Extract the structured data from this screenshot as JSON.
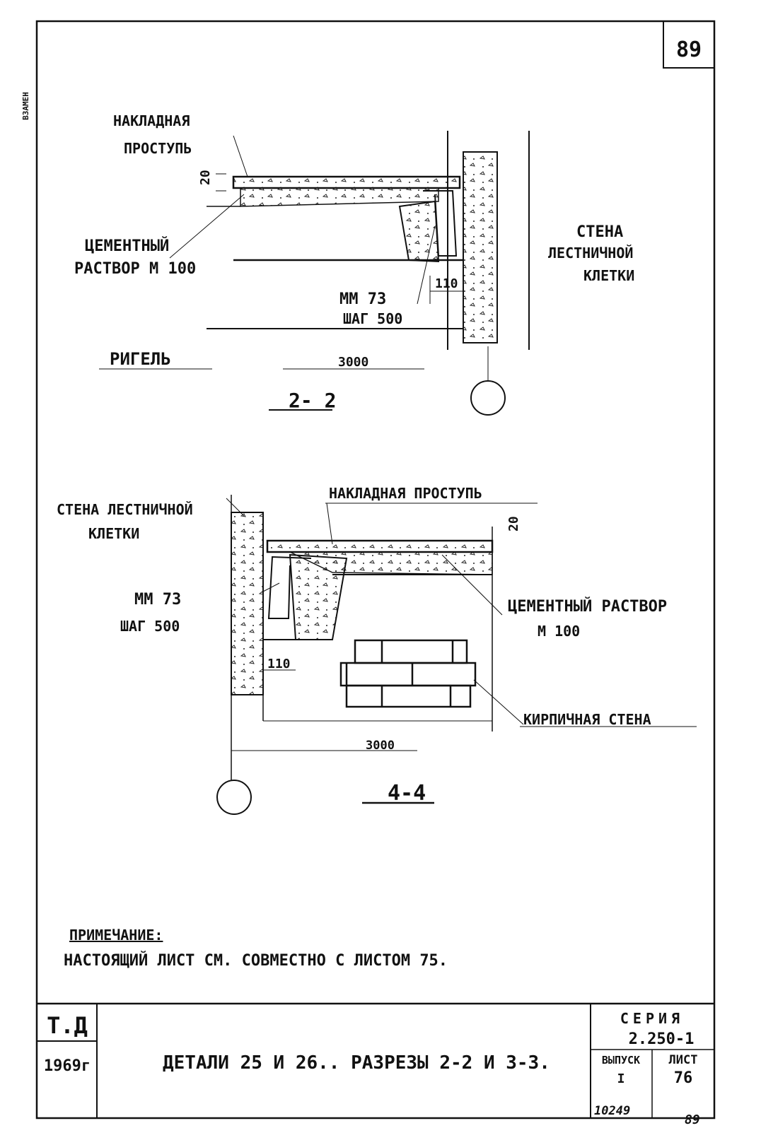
{
  "sheet_number": "89",
  "side_stamp": "ВЗАМЕН",
  "section_2_2": {
    "label_overlay_tread": [
      "НАКЛАДНАЯ",
      "ПРОСТУПЬ"
    ],
    "dim_20": "20",
    "label_mortar": [
      "ЦЕМЕНТНЫЙ",
      "РАСТВОР М 100"
    ],
    "label_wall": [
      "СТЕНА",
      "ЛЕСТНИЧНОЙ",
      "КЛЕТКИ"
    ],
    "label_anchor": [
      "ММ 73",
      "ШАГ 500"
    ],
    "dim_110": "110",
    "label_beam": "РИГЕЛЬ",
    "dim_3000": "3000",
    "title": "2- 2"
  },
  "section_4_4": {
    "label_wall": [
      "СТЕНА ЛЕСТНИЧНОЙ",
      "КЛЕТКИ"
    ],
    "label_overlay_tread": "НАКЛАДНАЯ ПРОСТУПЬ",
    "dim_20": "20",
    "label_anchor": [
      "ММ 73",
      "ШАГ 500"
    ],
    "label_mortar": [
      "ЦЕМЕНТНЫЙ РАСТВОР",
      "М 100"
    ],
    "dim_110": "110",
    "label_brick": "КИРПИЧНАЯ СТЕНА",
    "dim_3000": "3000",
    "title": "4-4"
  },
  "note": {
    "heading": "ПРИМЕЧАНИЕ:",
    "text": "НАСТОЯЩИЙ ЛИСТ СМ. СОВМЕСТНО С ЛИСТОМ 75."
  },
  "title_block": {
    "org": "Т.Д",
    "year": "1969г",
    "title": "ДЕТАЛИ 25 И 26.. РАЗРЕЗЫ 2-2 И 3-3.",
    "series_label": "СЕРИЯ",
    "series_value": "2.250-1",
    "issue_label": "ВЫПУСК",
    "issue_value": "I",
    "sheet_label": "ЛИСТ",
    "sheet_value": "76"
  },
  "footer": {
    "inventory": "10249",
    "page": "89"
  }
}
